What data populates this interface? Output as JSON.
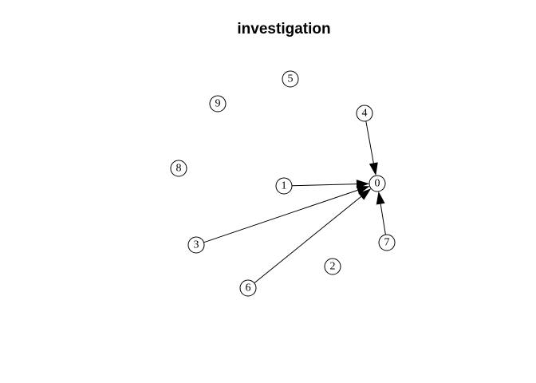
{
  "title": "investigation",
  "graph": {
    "nodes": [
      {
        "id": "0"
      },
      {
        "id": "1"
      },
      {
        "id": "2"
      },
      {
        "id": "3"
      },
      {
        "id": "4"
      },
      {
        "id": "5"
      },
      {
        "id": "6"
      },
      {
        "id": "7"
      },
      {
        "id": "8"
      },
      {
        "id": "9"
      }
    ],
    "edges": [
      {
        "from": "1",
        "to": "0"
      },
      {
        "from": "3",
        "to": "0"
      },
      {
        "from": "4",
        "to": "0"
      },
      {
        "from": "6",
        "to": "0"
      },
      {
        "from": "7",
        "to": "0"
      }
    ],
    "directed": true
  }
}
